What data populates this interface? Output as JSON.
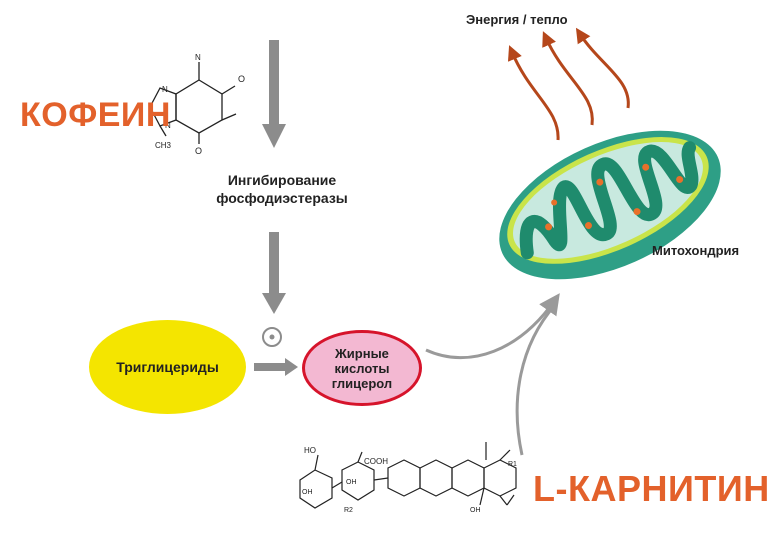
{
  "caffeine": {
    "title": "КОФЕИН",
    "color": "#e3612b",
    "methyl": "CH3"
  },
  "carnitine": {
    "title": "L-КАРНИТИН",
    "color": "#e3612b"
  },
  "labels": {
    "energy": "Энергия / тепло",
    "inhibition_1": "Ингибирование",
    "inhibition_2": "фосфодиэстеразы",
    "mitochondria": "Митохондрия"
  },
  "nodes": {
    "triglycerides": {
      "label": "Триглицериды",
      "fill": "#f4e500"
    },
    "fatty_acids": {
      "line1": "Жирные",
      "line2": "кислоты",
      "line3": "глицерол",
      "fill": "#f3b8d2",
      "border": "#d6142b"
    }
  },
  "molecule_labels": {
    "cooh": "COOH",
    "ho": "HO",
    "oh": "OH",
    "r1": "R1",
    "r2": "R2"
  },
  "colors": {
    "arrow_gray": "#8c8c8c",
    "curve_gray": "#9a9a9a",
    "heat_arrow": "#b5471b",
    "mito_outer": "#2e9f86",
    "mito_rim": "#c9e44a",
    "mito_inner": "#c8e9df",
    "cristae": "#1f8b6d",
    "dots": "#e8702a"
  }
}
